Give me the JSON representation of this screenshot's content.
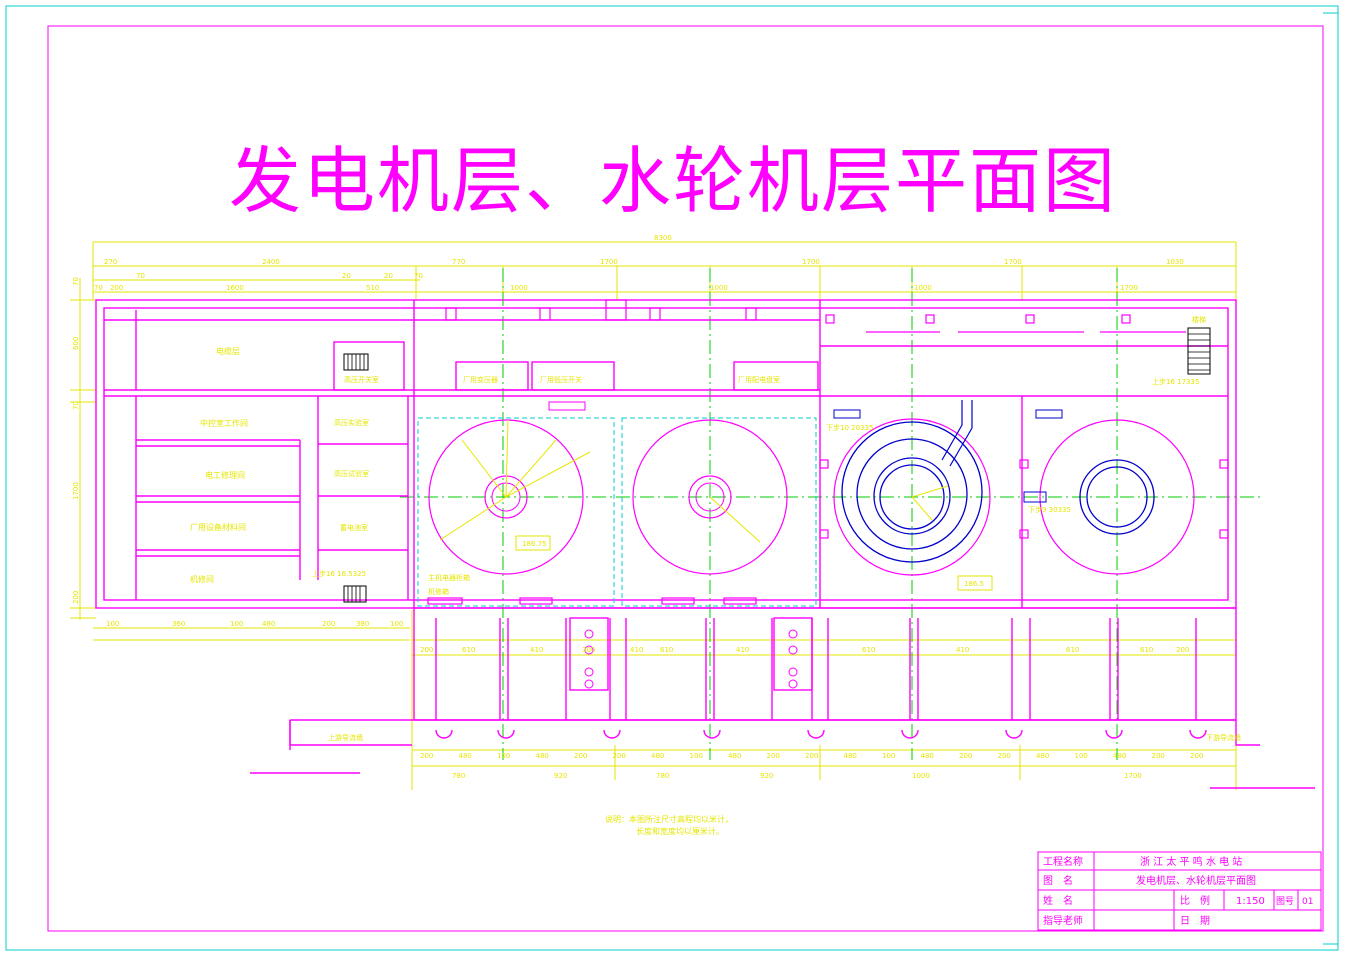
{
  "drawing": {
    "title": "发电机层、水轮机层平面图",
    "notes": [
      "说明：本图所注尺寸高程均以米计，",
      "长度和宽度均以厘米计。"
    ],
    "colors": {
      "magenta": "#ff00ff",
      "yellow": "#e6e600",
      "green": "#00cc00",
      "blue": "#0000cc",
      "cyan": "#00cccc",
      "white": "#ffffff"
    }
  },
  "dims": {
    "overall": "8300",
    "top_row": [
      "270",
      "2400",
      "770",
      "1700",
      "1700",
      "1700",
      "1030"
    ],
    "second_row": [
      "70",
      "20",
      "20",
      "70"
    ],
    "third_row": [
      "70",
      "200",
      "1600",
      "510",
      "1000",
      "1000",
      "1000",
      "1700"
    ],
    "left_side": [
      "70",
      "600",
      "70",
      "1700",
      "200"
    ],
    "bottom_left": [
      "100",
      "360",
      "100",
      "480",
      "200",
      "380",
      "100"
    ],
    "bottom_row": [
      "200",
      "480",
      "100",
      "480",
      "200",
      "200",
      "480",
      "100",
      "480",
      "200",
      "200",
      "480",
      "100",
      "480",
      "200",
      "200",
      "480",
      "100",
      "480",
      "200",
      "200"
    ],
    "bottom_totals": [
      "780",
      "920",
      "780",
      "920",
      "1000",
      "1700"
    ],
    "lower_mid": [
      "200",
      "610",
      "410",
      "300",
      "410",
      "610",
      "410",
      "610",
      "410",
      "610",
      "610",
      "200"
    ],
    "elev_a": "186.75",
    "elev_b": "186.5"
  },
  "rooms": {
    "cable": "电缆层",
    "ctrl": "中控室工作间",
    "elec": "电工修理间",
    "spare": "厂用设备材料间",
    "machine": "机修间",
    "hv_switch": "高压开关室",
    "hv_lab": "高压实验室",
    "hv_test": "高压试验室",
    "battery": "蓄电池室",
    "transformer": "厂用变压器",
    "lv_switch": "厂用低压开关",
    "dist_panel": "厂用配电盘室",
    "up_stair_left": "上步16 16.5325",
    "down_stair": "下步10 20335",
    "down_stair_b": "下步9 30335",
    "up_stair_right": "上步16 17335",
    "stair_right": "楼梯",
    "main_panel": "主机电器柜箱",
    "machine_cab": "机修箱",
    "upstream_gate": "上游导流墙",
    "downstream_gate": "下游导流墙"
  },
  "titleblock": {
    "rows": [
      {
        "label": "工程名称",
        "value": "浙 江 太 平 鸣 水 电 站"
      },
      {
        "label": "图　名",
        "value": "发电机层、水轮机层平面图"
      },
      {
        "label": "姓　名",
        "value": "",
        "extra_label": "比　例",
        "extra_value": "1:150",
        "num_label": "图号",
        "num_value": "01"
      },
      {
        "label": "指导老师",
        "value": "",
        "extra_label": "日　期",
        "extra_value": ""
      }
    ]
  }
}
